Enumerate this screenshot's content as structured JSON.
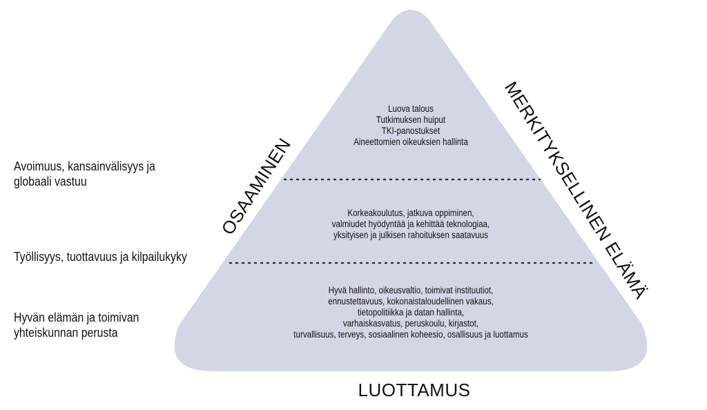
{
  "side_labels": {
    "top": [
      "Avoimuus, kansainvälisyys ja",
      "globaali vastuu"
    ],
    "middle": [
      "Työllisyys, tuottavuus ja kilpailukyky"
    ],
    "bottom": [
      "Hyvän elämän ja toimivan",
      "yhteiskunnan perusta"
    ]
  },
  "tiers": {
    "top": [
      "Luova talous",
      "Tutkimuksen huiput",
      "TKI-panostukset",
      "Aineettomien oikeuksien hallinta"
    ],
    "middle": [
      "Korkeakoulutus,  jatkuva  oppiminen,",
      "valmiudet hyödyntää ja kehittää teknologiaa,",
      "yksityisen ja julkisen rahoituksen saatavuus"
    ],
    "bottom": [
      "Hyvä hallinto, oikeusvaltio, toimivat instituutiot,",
      "ennustettavuus, kokonaistaloudellinen vakaus,",
      "tietopolitiikka ja datan hallinta,",
      "varhaiskasvatus, peruskoulu,  kirjastot,",
      "turvallisuus, terveys, sosiaalinen koheesio, osallisuus ja luottamus"
    ]
  },
  "edges": {
    "left": "OSAAMINEN",
    "right": "MERKITYKSELLINEN ELÄMÄ",
    "base": "LUOTTAMUS"
  },
  "colors": {
    "pyramid_fill": "#d3d6e4",
    "divider": "#333333",
    "text": "#111111"
  }
}
